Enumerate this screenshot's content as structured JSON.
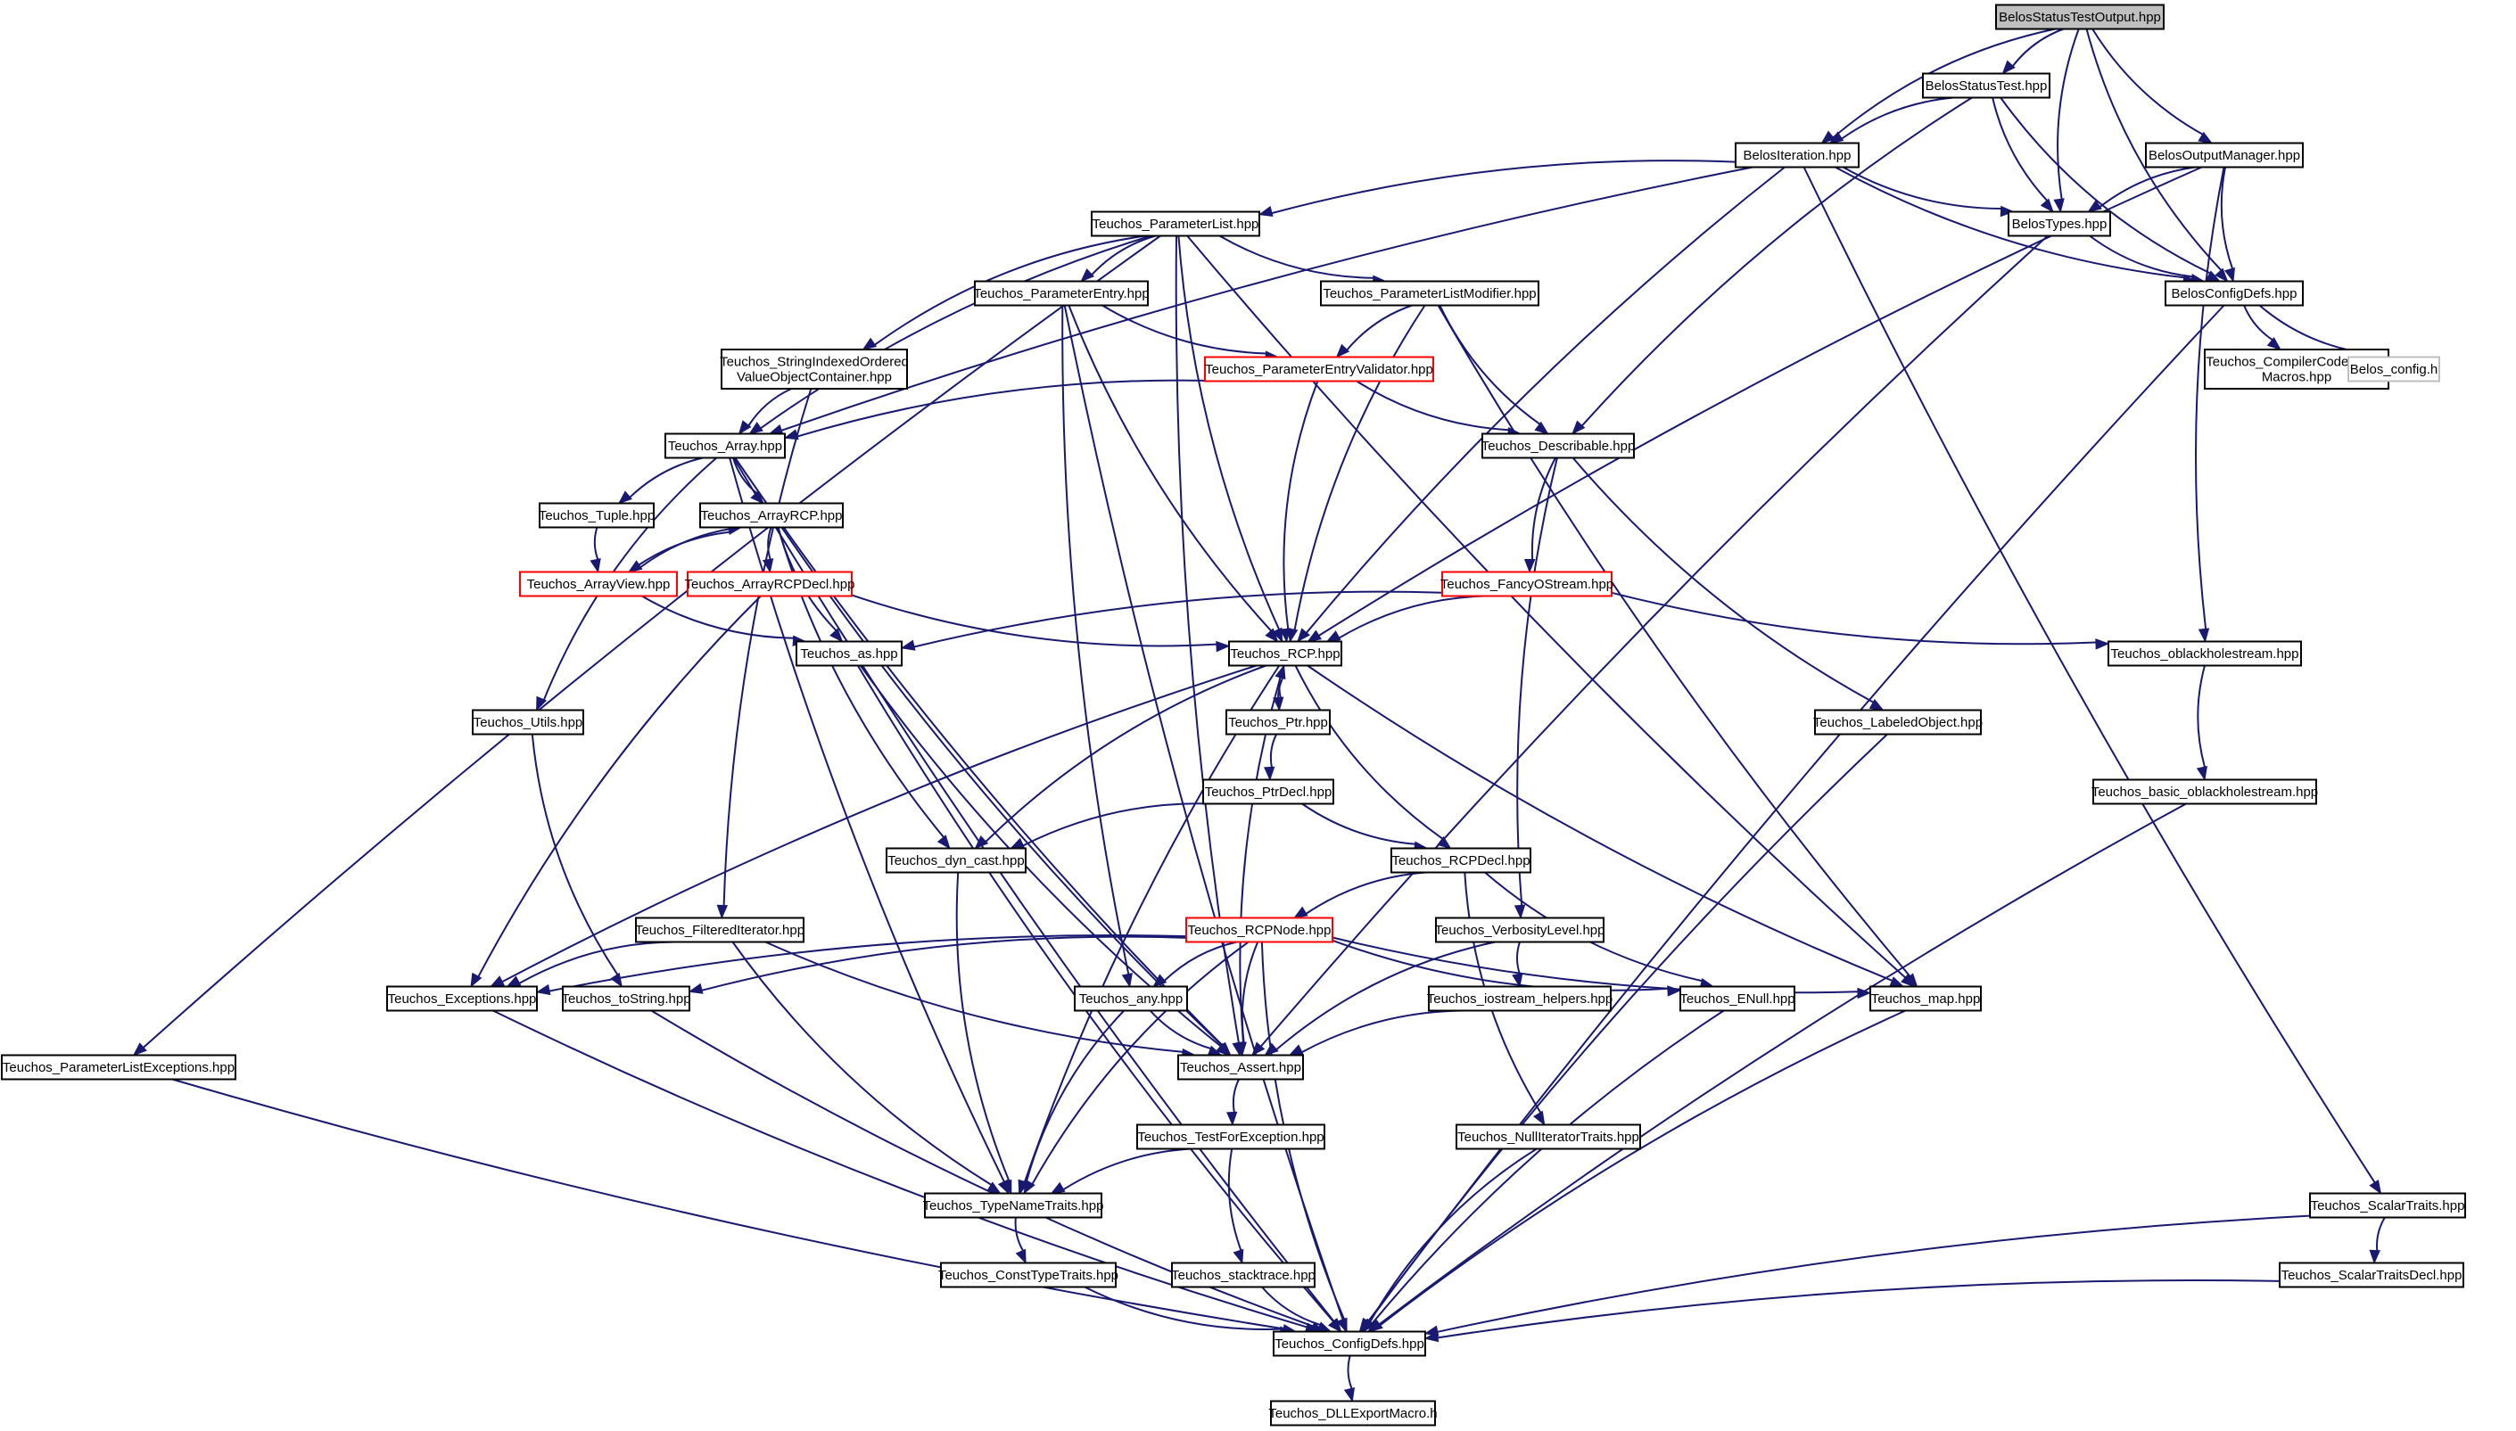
{
  "title": "BelosStatusTestOutput.hpp",
  "colors": {
    "edge": "#191970",
    "node_border": "#000000",
    "node_border_truncated": "#ff0000",
    "node_border_leaf": "#bfbfbf",
    "root_fill": "#bfbfbf",
    "node_fill": "#ffffff",
    "text": "#000000"
  },
  "nodes": [
    {
      "id": "n0",
      "lines": [
        "BelosStatusTestOutput.hpp"
      ],
      "style": "root"
    },
    {
      "id": "n1",
      "lines": [
        "BelosStatusTest.hpp"
      ],
      "style": "normal"
    },
    {
      "id": "n2",
      "lines": [
        "BelosIteration.hpp"
      ],
      "style": "normal"
    },
    {
      "id": "n3",
      "lines": [
        "BelosOutputManager.hpp"
      ],
      "style": "normal"
    },
    {
      "id": "n4",
      "lines": [
        "BelosTypes.hpp"
      ],
      "style": "normal"
    },
    {
      "id": "n5",
      "lines": [
        "BelosConfigDefs.hpp"
      ],
      "style": "normal"
    },
    {
      "id": "n6",
      "lines": [
        "Teuchos_ParameterList.hpp"
      ],
      "style": "normal"
    },
    {
      "id": "n7",
      "lines": [
        "Teuchos_ParameterEntry.hpp"
      ],
      "style": "normal"
    },
    {
      "id": "n8",
      "lines": [
        "Teuchos_ParameterListModifier.hpp"
      ],
      "style": "normal"
    },
    {
      "id": "n9",
      "lines": [
        "Teuchos_StringIndexedOrdered",
        "ValueObjectContainer.hpp"
      ],
      "style": "normal"
    },
    {
      "id": "n10",
      "lines": [
        "Teuchos_ParameterEntryValidator.hpp"
      ],
      "style": "truncated"
    },
    {
      "id": "n11",
      "lines": [
        "Teuchos_CompilerCodeTweak",
        "Macros.hpp"
      ],
      "style": "normal"
    },
    {
      "id": "n12",
      "lines": [
        "Belos_config.h"
      ],
      "style": "leaf"
    },
    {
      "id": "n13",
      "lines": [
        "Teuchos_Array.hpp"
      ],
      "style": "normal"
    },
    {
      "id": "n14",
      "lines": [
        "Teuchos_Describable.hpp"
      ],
      "style": "normal"
    },
    {
      "id": "n15",
      "lines": [
        "Teuchos_Tuple.hpp"
      ],
      "style": "normal"
    },
    {
      "id": "n16",
      "lines": [
        "Teuchos_ArrayRCP.hpp"
      ],
      "style": "normal"
    },
    {
      "id": "n17",
      "lines": [
        "Teuchos_ArrayView.hpp"
      ],
      "style": "truncated"
    },
    {
      "id": "n18",
      "lines": [
        "Teuchos_ArrayRCPDecl.hpp"
      ],
      "style": "truncated"
    },
    {
      "id": "n19",
      "lines": [
        "Teuchos_FancyOStream.hpp"
      ],
      "style": "truncated"
    },
    {
      "id": "n20",
      "lines": [
        "Teuchos_as.hpp"
      ],
      "style": "normal"
    },
    {
      "id": "n21",
      "lines": [
        "Teuchos_RCP.hpp"
      ],
      "style": "normal"
    },
    {
      "id": "n22",
      "lines": [
        "Teuchos_oblackholestream.hpp"
      ],
      "style": "normal"
    },
    {
      "id": "n23",
      "lines": [
        "Teuchos_Utils.hpp"
      ],
      "style": "normal"
    },
    {
      "id": "n24",
      "lines": [
        "Teuchos_Ptr.hpp"
      ],
      "style": "normal"
    },
    {
      "id": "n25",
      "lines": [
        "Teuchos_LabeledObject.hpp"
      ],
      "style": "normal"
    },
    {
      "id": "n26",
      "lines": [
        "Teuchos_PtrDecl.hpp"
      ],
      "style": "normal"
    },
    {
      "id": "n27",
      "lines": [
        "Teuchos_basic_oblackholestream.hpp"
      ],
      "style": "normal"
    },
    {
      "id": "n28",
      "lines": [
        "Teuchos_dyn_cast.hpp"
      ],
      "style": "normal"
    },
    {
      "id": "n29",
      "lines": [
        "Teuchos_RCPDecl.hpp"
      ],
      "style": "normal"
    },
    {
      "id": "n30",
      "lines": [
        "Teuchos_FilteredIterator.hpp"
      ],
      "style": "normal"
    },
    {
      "id": "n31",
      "lines": [
        "Teuchos_RCPNode.hpp"
      ],
      "style": "truncated"
    },
    {
      "id": "n32",
      "lines": [
        "Teuchos_VerbosityLevel.hpp"
      ],
      "style": "normal"
    },
    {
      "id": "n33",
      "lines": [
        "Teuchos_Exceptions.hpp"
      ],
      "style": "normal"
    },
    {
      "id": "n34",
      "lines": [
        "Teuchos_toString.hpp"
      ],
      "style": "normal"
    },
    {
      "id": "n35",
      "lines": [
        "Teuchos_any.hpp"
      ],
      "style": "normal"
    },
    {
      "id": "n36",
      "lines": [
        "Teuchos_iostream_helpers.hpp"
      ],
      "style": "normal"
    },
    {
      "id": "n37",
      "lines": [
        "Teuchos_ENull.hpp"
      ],
      "style": "normal"
    },
    {
      "id": "n38",
      "lines": [
        "Teuchos_map.hpp"
      ],
      "style": "normal"
    },
    {
      "id": "n39",
      "lines": [
        "Teuchos_ParameterListExceptions.hpp"
      ],
      "style": "normal"
    },
    {
      "id": "n40",
      "lines": [
        "Teuchos_Assert.hpp"
      ],
      "style": "normal"
    },
    {
      "id": "n41",
      "lines": [
        "Teuchos_TestForException.hpp"
      ],
      "style": "normal"
    },
    {
      "id": "n42",
      "lines": [
        "Teuchos_NullIteratorTraits.hpp"
      ],
      "style": "normal"
    },
    {
      "id": "n43",
      "lines": [
        "Teuchos_TypeNameTraits.hpp"
      ],
      "style": "normal"
    },
    {
      "id": "n44",
      "lines": [
        "Teuchos_ScalarTraits.hpp"
      ],
      "style": "normal"
    },
    {
      "id": "n45",
      "lines": [
        "Teuchos_ConstTypeTraits.hpp"
      ],
      "style": "normal"
    },
    {
      "id": "n46",
      "lines": [
        "Teuchos_stacktrace.hpp"
      ],
      "style": "normal"
    },
    {
      "id": "n47",
      "lines": [
        "Teuchos_ScalarTraitsDecl.hpp"
      ],
      "style": "normal"
    },
    {
      "id": "n48",
      "lines": [
        "Teuchos_ConfigDefs.hpp"
      ],
      "style": "normal"
    },
    {
      "id": "n49",
      "lines": [
        "Teuchos_DLLExportMacro.h"
      ],
      "style": "normal"
    }
  ],
  "edges": [
    [
      "n0",
      "n1"
    ],
    [
      "n0",
      "n2"
    ],
    [
      "n0",
      "n3"
    ],
    [
      "n0",
      "n4"
    ],
    [
      "n0",
      "n5"
    ],
    [
      "n1",
      "n2"
    ],
    [
      "n1",
      "n4"
    ],
    [
      "n1",
      "n5"
    ],
    [
      "n1",
      "n14"
    ],
    [
      "n2",
      "n4"
    ],
    [
      "n2",
      "n5"
    ],
    [
      "n2",
      "n6"
    ],
    [
      "n2",
      "n13"
    ],
    [
      "n2",
      "n21"
    ],
    [
      "n2",
      "n44"
    ],
    [
      "n3",
      "n4"
    ],
    [
      "n3",
      "n5"
    ],
    [
      "n3",
      "n21"
    ],
    [
      "n3",
      "n22"
    ],
    [
      "n4",
      "n5"
    ],
    [
      "n4",
      "n40"
    ],
    [
      "n5",
      "n11"
    ],
    [
      "n5",
      "n12"
    ],
    [
      "n5",
      "n48"
    ],
    [
      "n6",
      "n7"
    ],
    [
      "n6",
      "n8"
    ],
    [
      "n6",
      "n9"
    ],
    [
      "n6",
      "n13"
    ],
    [
      "n6",
      "n21"
    ],
    [
      "n6",
      "n38"
    ],
    [
      "n6",
      "n39"
    ],
    [
      "n6",
      "n40"
    ],
    [
      "n7",
      "n10"
    ],
    [
      "n7",
      "n21"
    ],
    [
      "n7",
      "n35"
    ],
    [
      "n7",
      "n48"
    ],
    [
      "n8",
      "n10"
    ],
    [
      "n8",
      "n14"
    ],
    [
      "n8",
      "n21"
    ],
    [
      "n8",
      "n38"
    ],
    [
      "n9",
      "n13"
    ],
    [
      "n9",
      "n30"
    ],
    [
      "n10",
      "n13"
    ],
    [
      "n10",
      "n14"
    ],
    [
      "n10",
      "n21"
    ],
    [
      "n13",
      "n15"
    ],
    [
      "n13",
      "n16"
    ],
    [
      "n13",
      "n23"
    ],
    [
      "n13",
      "n40"
    ],
    [
      "n13",
      "n43"
    ],
    [
      "n13",
      "n48"
    ],
    [
      "n14",
      "n19"
    ],
    [
      "n14",
      "n25"
    ],
    [
      "n14",
      "n32"
    ],
    [
      "n15",
      "n17"
    ],
    [
      "n16",
      "n17"
    ],
    [
      "n16",
      "n18"
    ],
    [
      "n16",
      "n20"
    ],
    [
      "n16",
      "n28"
    ],
    [
      "n16",
      "n40"
    ],
    [
      "n17",
      "n16"
    ],
    [
      "n17",
      "n20"
    ],
    [
      "n18",
      "n21"
    ],
    [
      "n18",
      "n33"
    ],
    [
      "n19",
      "n20"
    ],
    [
      "n19",
      "n21"
    ],
    [
      "n19",
      "n22"
    ],
    [
      "n20",
      "n40"
    ],
    [
      "n20",
      "n48"
    ],
    [
      "n21",
      "n24"
    ],
    [
      "n21",
      "n28"
    ],
    [
      "n21",
      "n29"
    ],
    [
      "n21",
      "n33"
    ],
    [
      "n21",
      "n38"
    ],
    [
      "n21",
      "n40"
    ],
    [
      "n21",
      "n43"
    ],
    [
      "n22",
      "n27"
    ],
    [
      "n23",
      "n34"
    ],
    [
      "n24",
      "n21"
    ],
    [
      "n24",
      "n26"
    ],
    [
      "n25",
      "n48"
    ],
    [
      "n26",
      "n28"
    ],
    [
      "n26",
      "n29"
    ],
    [
      "n27",
      "n48"
    ],
    [
      "n28",
      "n43"
    ],
    [
      "n29",
      "n31"
    ],
    [
      "n29",
      "n37"
    ],
    [
      "n29",
      "n42"
    ],
    [
      "n30",
      "n33"
    ],
    [
      "n30",
      "n40"
    ],
    [
      "n30",
      "n43"
    ],
    [
      "n31",
      "n33"
    ],
    [
      "n31",
      "n34"
    ],
    [
      "n31",
      "n35"
    ],
    [
      "n31",
      "n37"
    ],
    [
      "n31",
      "n38"
    ],
    [
      "n31",
      "n40"
    ],
    [
      "n31",
      "n43"
    ],
    [
      "n31",
      "n48"
    ],
    [
      "n32",
      "n36"
    ],
    [
      "n32",
      "n40"
    ],
    [
      "n33",
      "n48"
    ],
    [
      "n34",
      "n48"
    ],
    [
      "n35",
      "n40"
    ],
    [
      "n35",
      "n43"
    ],
    [
      "n36",
      "n40"
    ],
    [
      "n37",
      "n48"
    ],
    [
      "n38",
      "n48"
    ],
    [
      "n39",
      "n48"
    ],
    [
      "n40",
      "n41"
    ],
    [
      "n41",
      "n43"
    ],
    [
      "n41",
      "n46"
    ],
    [
      "n42",
      "n48"
    ],
    [
      "n43",
      "n45"
    ],
    [
      "n44",
      "n47"
    ],
    [
      "n44",
      "n48"
    ],
    [
      "n45",
      "n48"
    ],
    [
      "n46",
      "n48"
    ],
    [
      "n47",
      "n48"
    ],
    [
      "n48",
      "n49"
    ]
  ]
}
